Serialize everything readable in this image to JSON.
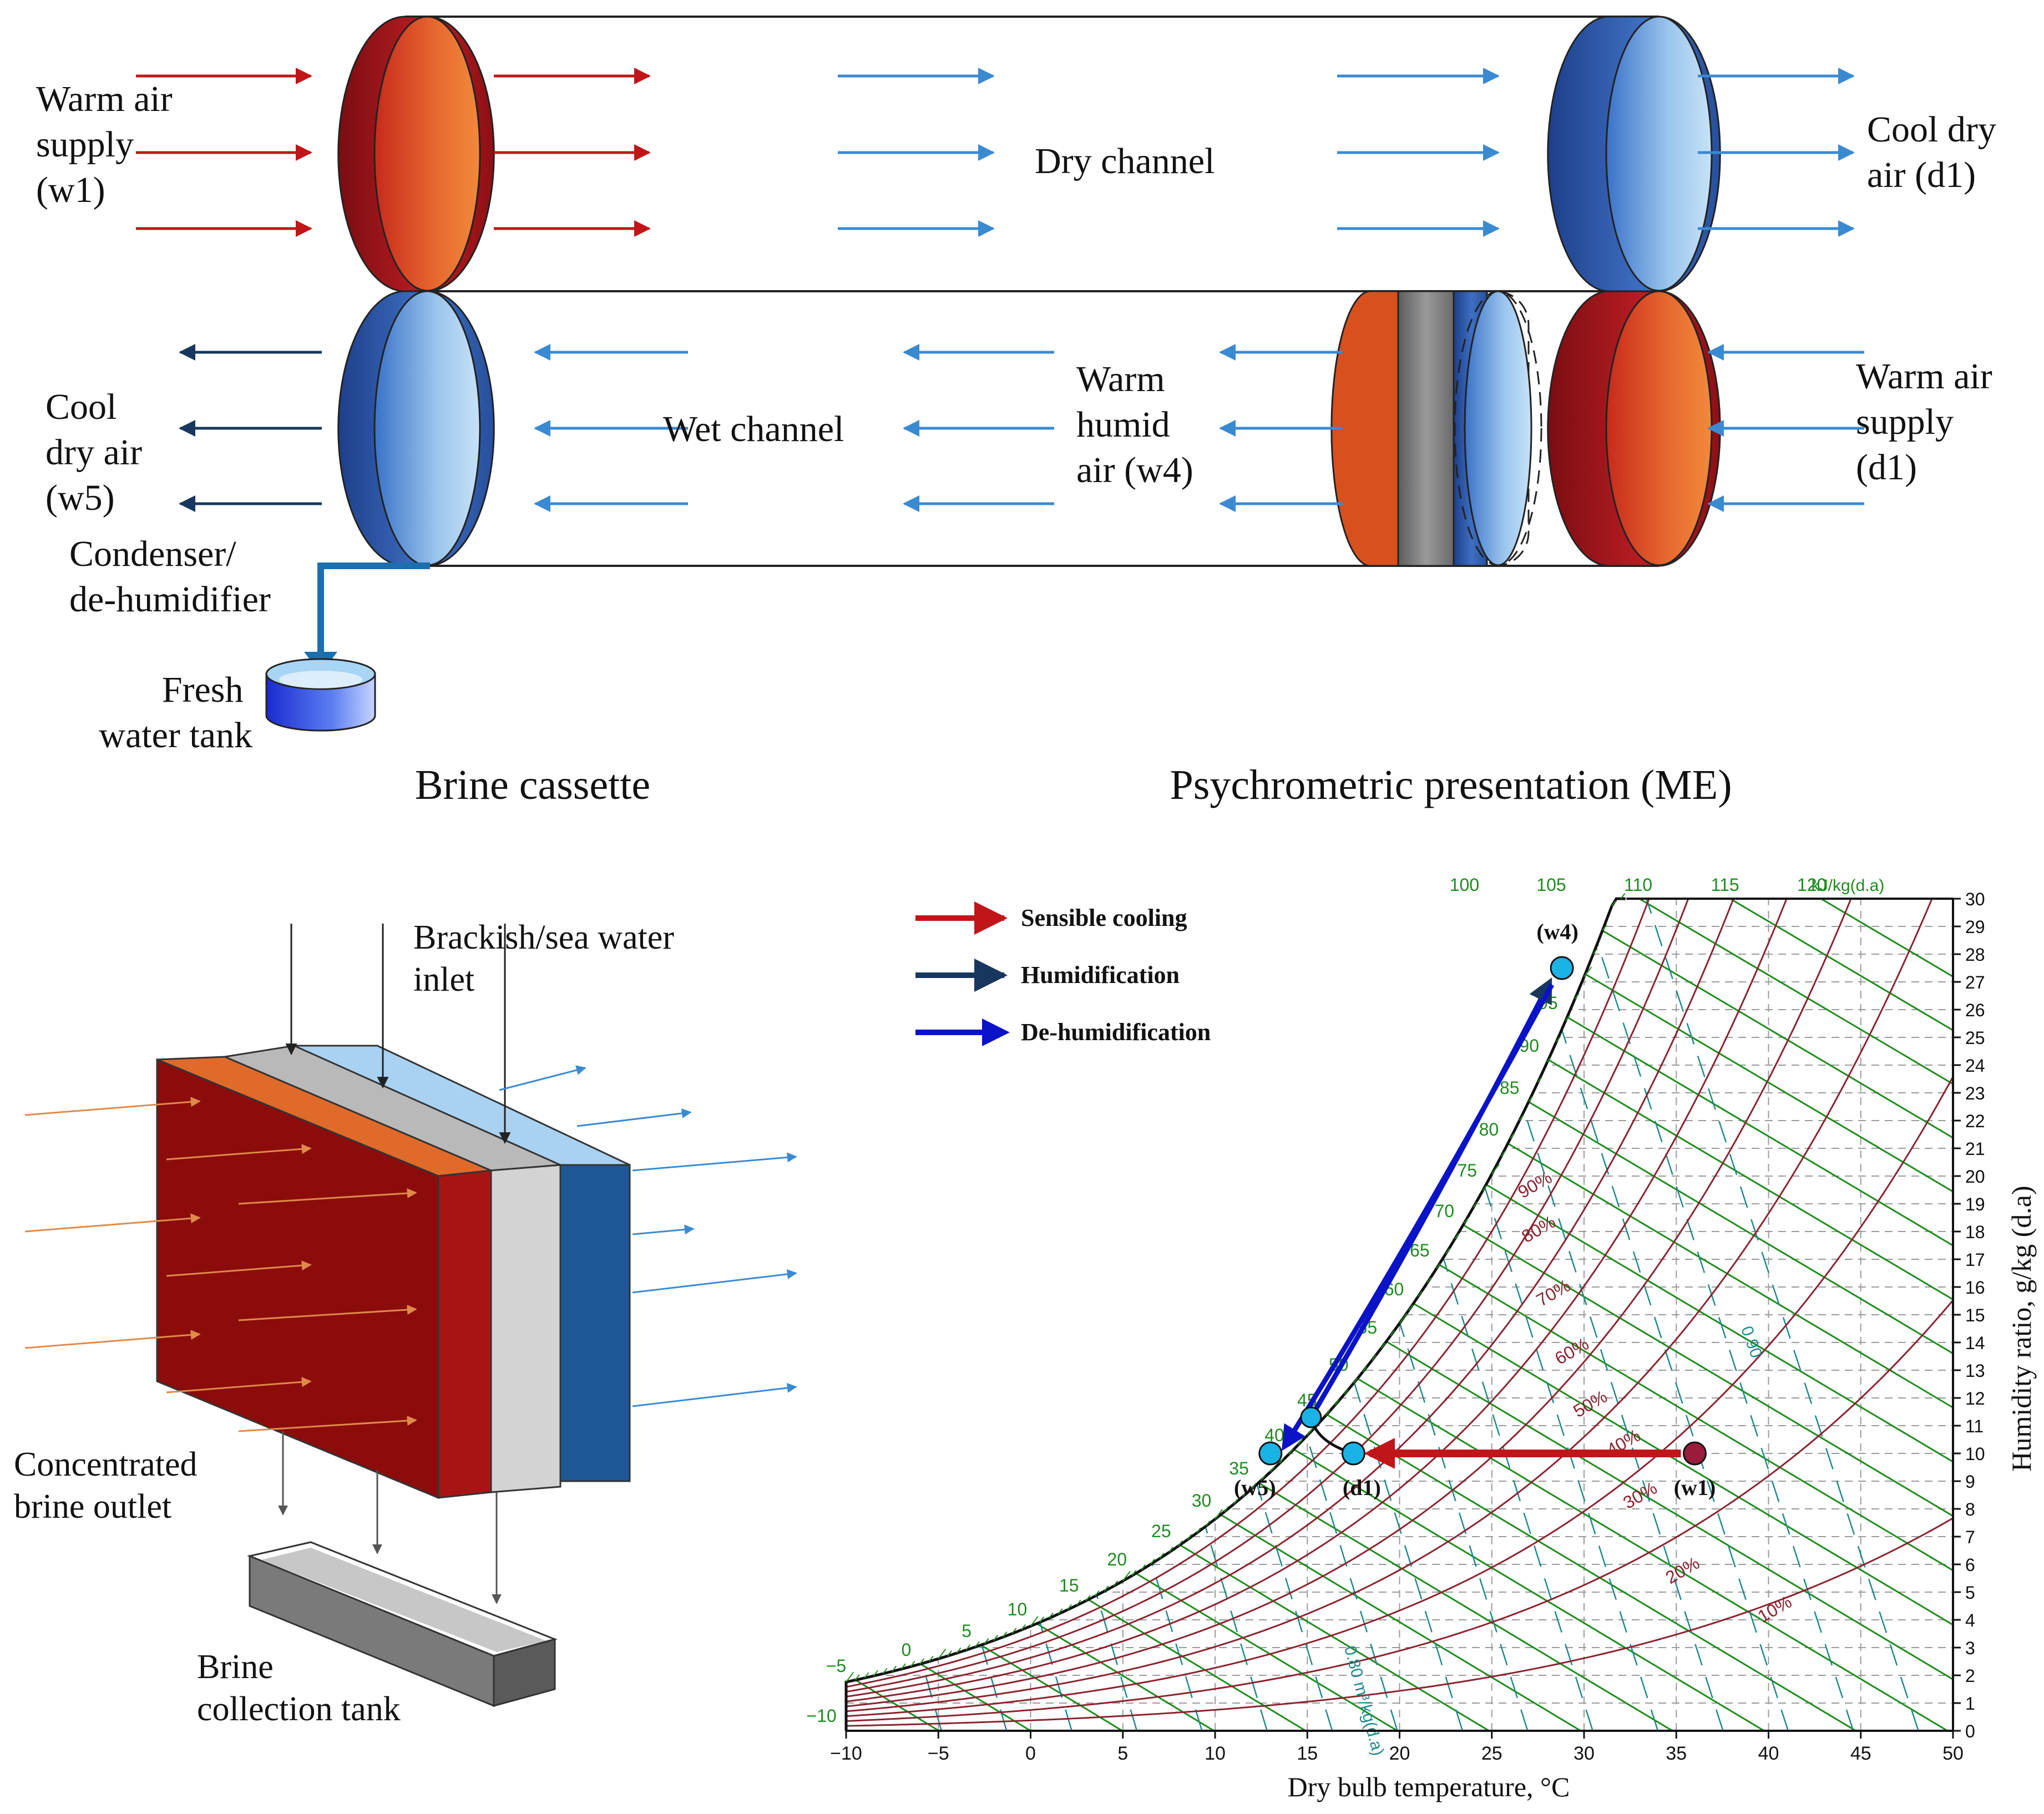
{
  "top": {
    "warm_supply_w1": [
      "Warm air",
      "supply",
      "(w1)"
    ],
    "dry_channel": "Dry channel",
    "cool_dry_d1": [
      "Cool dry",
      "air (d1)"
    ],
    "cool_dry_w5": [
      "Cool",
      "dry air",
      "(w5)"
    ],
    "wet_channel": "Wet channel",
    "warm_humid_w4": [
      "Warm",
      "humid",
      "air (w4)"
    ],
    "warm_supply_d1": [
      "Warm air",
      "supply",
      "(d1)"
    ],
    "condenser": [
      "Condenser/",
      "de-humidifier"
    ],
    "fresh_tank": [
      "Fresh",
      "water tank"
    ]
  },
  "captions": {
    "brine_cassette": "Brine cassette",
    "psychrometric": "Psychrometric presentation (ME)"
  },
  "cassette": {
    "inlet": [
      "Brackish/sea water",
      "inlet"
    ],
    "outlet": [
      "Concentrated",
      "brine outlet"
    ],
    "tank": [
      "Brine",
      "collection tank"
    ]
  },
  "colors": {
    "red_arrow": "#c0161a",
    "blue_arrow": "#3a8ad2",
    "navy_arrow": "#17375e",
    "chart_green": "#1e8c1e",
    "chart_rh": "#8b2330",
    "chart_vol": "#1f8a8a",
    "process_blue": "#0a13c8",
    "marker_cyan": "#1ab3e6",
    "marker_red": "#9b1b3a"
  },
  "chart_data": {
    "type": "psychrometric",
    "x": {
      "label": "Dry bulb temperature, °C",
      "range": [
        -10,
        50
      ],
      "ticks": [
        "−10",
        "−5",
        "0",
        "5",
        "10",
        "15",
        "20",
        "25",
        "30",
        "35",
        "40",
        "45",
        "50"
      ]
    },
    "y": {
      "label": "Humidity ratio, g/kg (d.a)",
      "range": [
        0,
        30
      ],
      "ticks": [
        "0",
        "1",
        "2",
        "3",
        "4",
        "5",
        "6",
        "7",
        "8",
        "9",
        "10",
        "11",
        "12",
        "13",
        "14",
        "15",
        "16",
        "17",
        "18",
        "19",
        "20",
        "21",
        "22",
        "23",
        "24",
        "25",
        "26",
        "27",
        "28",
        "29",
        "30"
      ]
    },
    "enthalpy": {
      "unit": "kJ/kg(d.a)",
      "left_labels": [
        "−10",
        "−5",
        "0",
        "5",
        "10",
        "15",
        "20",
        "25",
        "30",
        "35",
        "40",
        "45",
        "50",
        "55",
        "60",
        "65",
        "70",
        "75",
        "80",
        "85",
        "90",
        "95"
      ],
      "top_labels": [
        "100",
        "105",
        "110",
        "115",
        "120"
      ]
    },
    "rh_curves": [
      "10%",
      "20%",
      "30%",
      "40%",
      "50%",
      "60%",
      "70%",
      "80%",
      "90%"
    ],
    "volume_labels": [
      "0.80 m³/kg(d.a)",
      "0.90"
    ],
    "legend": [
      {
        "name": "Sensible cooling",
        "color": "#c0161a"
      },
      {
        "name": "Humidification",
        "color": "#17375e"
      },
      {
        "name": "De-humidification",
        "color": "#0a13c8"
      }
    ],
    "points": [
      {
        "label": "(w1)",
        "x": 36,
        "y": 10
      },
      {
        "label": "(d1)",
        "x": 17.5,
        "y": 10
      },
      {
        "label": "(w5)",
        "x": 13,
        "y": 10
      },
      {
        "label": "(w4)",
        "x": 28.8,
        "y": 27.5
      }
    ]
  }
}
